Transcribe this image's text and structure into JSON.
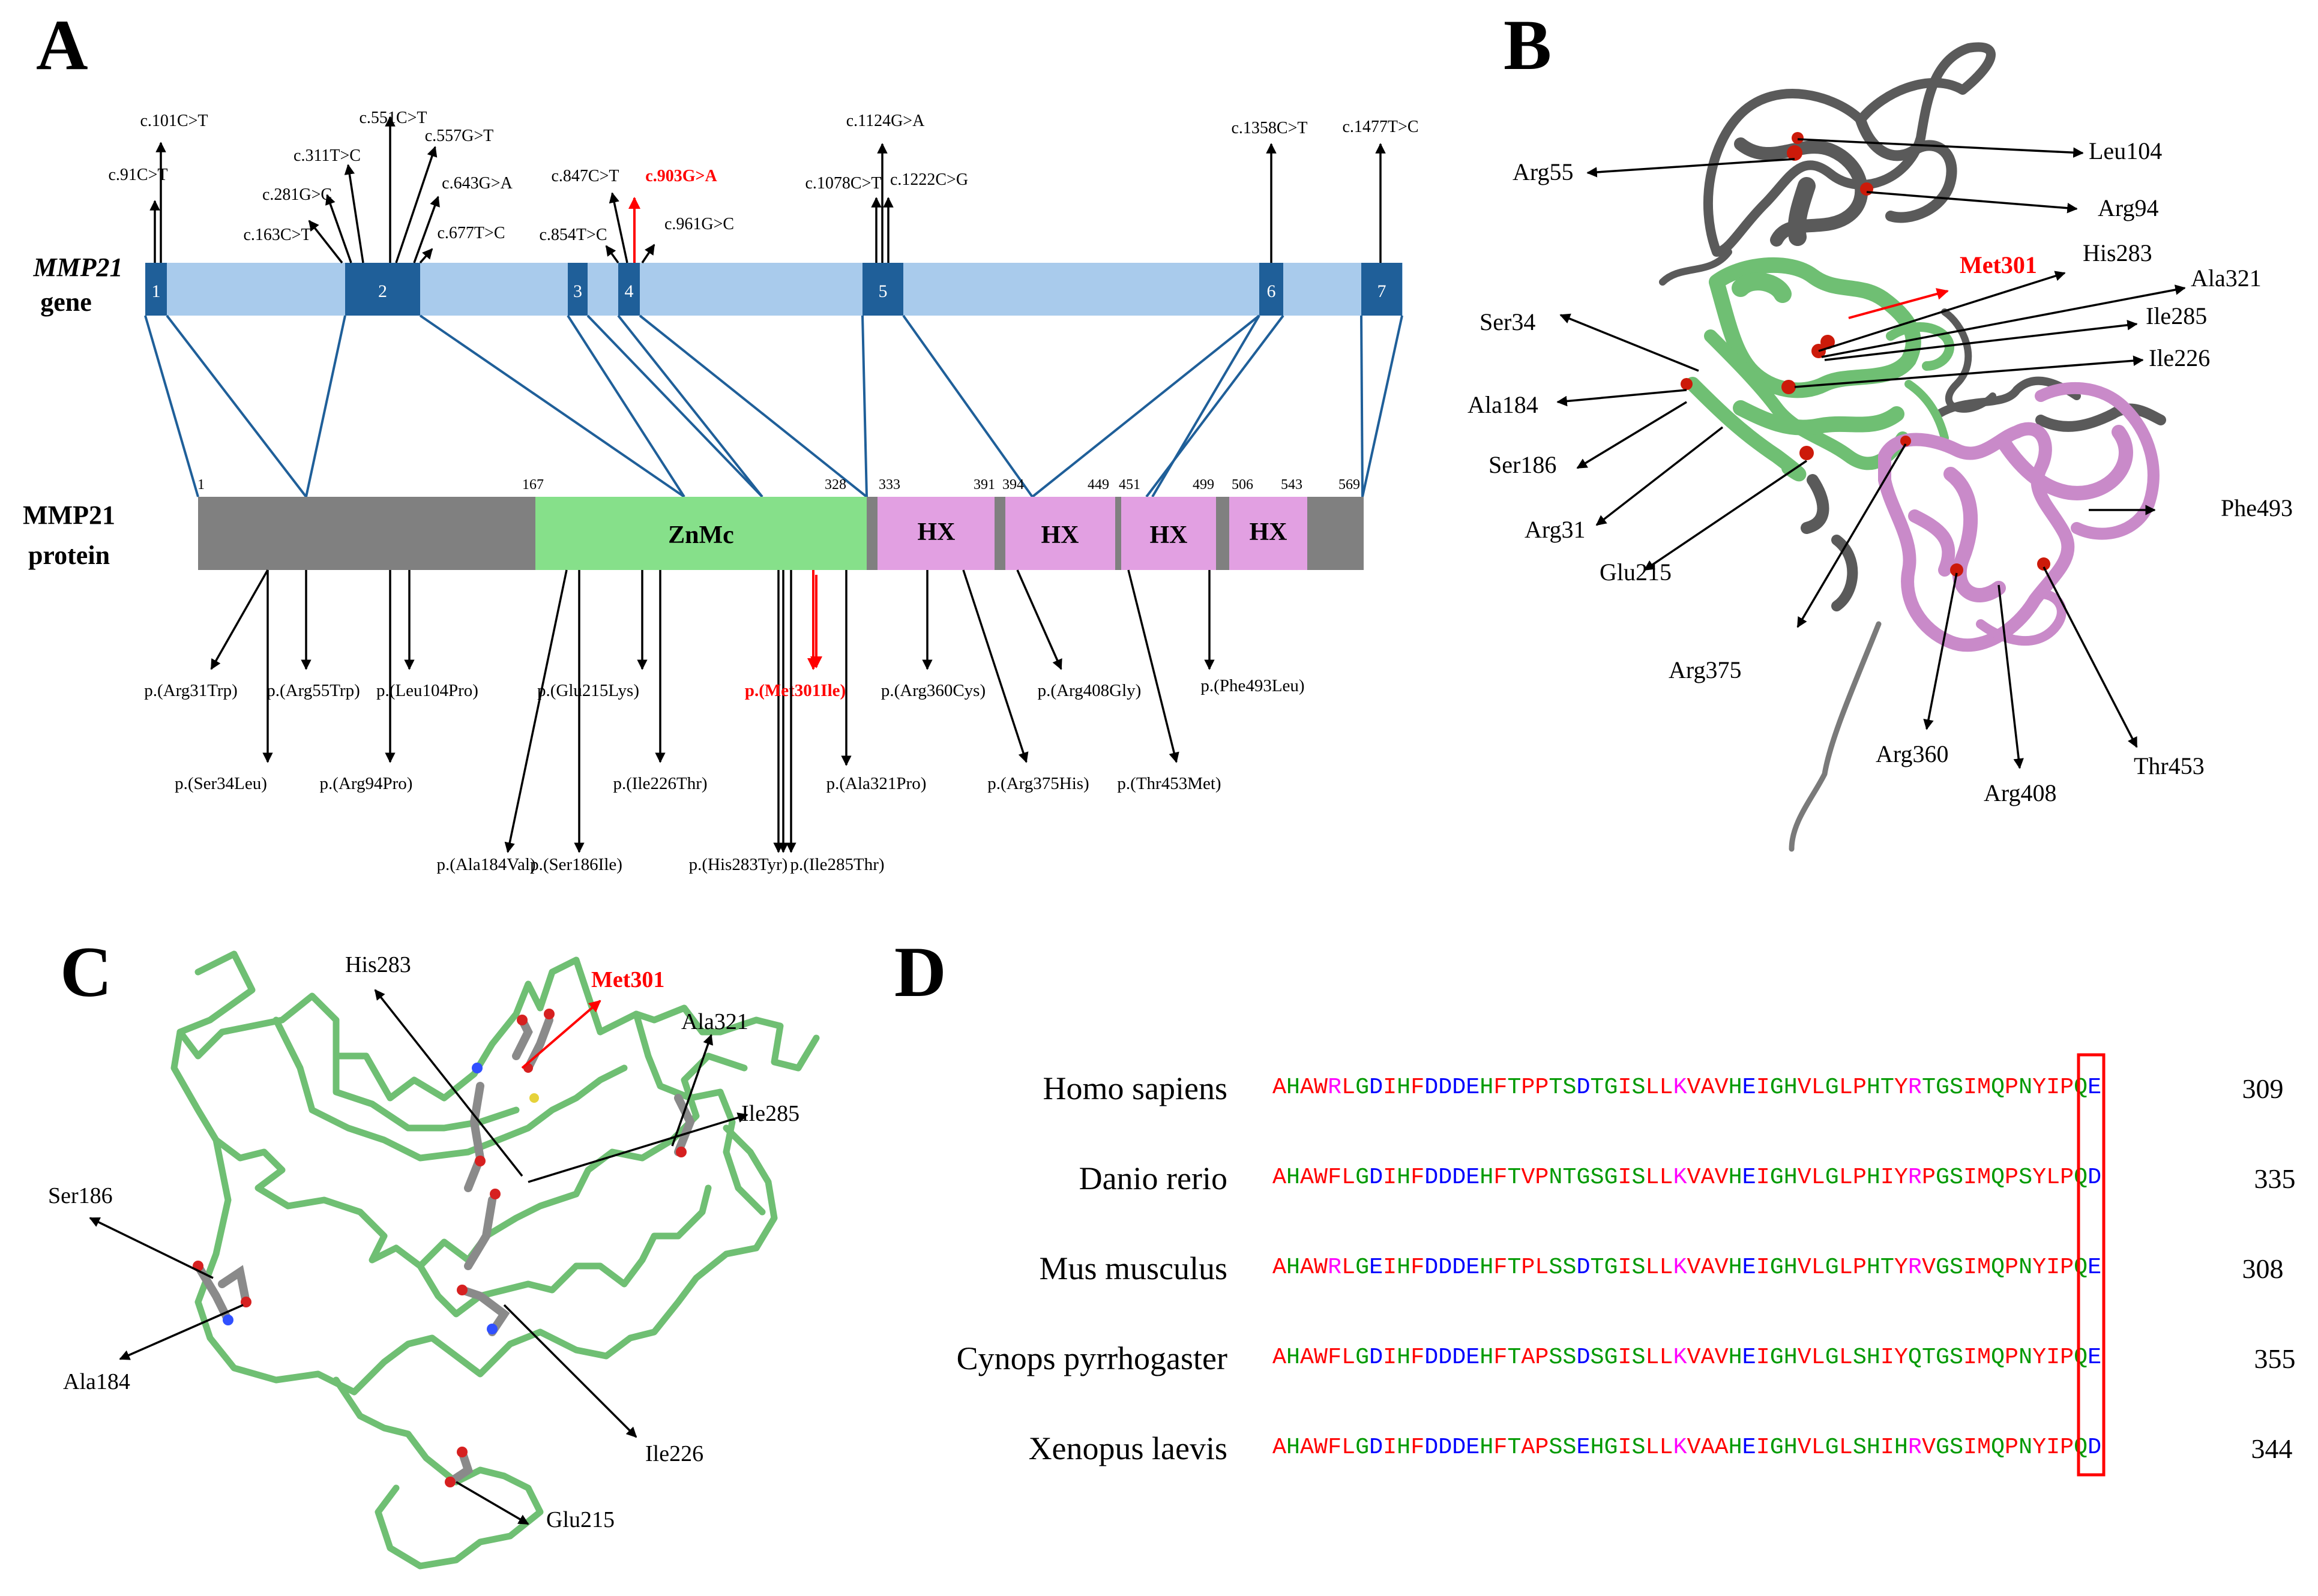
{
  "panels": {
    "a": {
      "letter": "A",
      "gene_title_1": "MMP21",
      "gene_title_2": "gene",
      "protein_title_1": "MMP21",
      "protein_title_2": "protein",
      "exons": [
        "1",
        "2",
        "3",
        "4",
        "5",
        "6",
        "7"
      ],
      "protein_positions": [
        "1",
        "167",
        "328",
        "333",
        "391",
        "394",
        "449",
        "451",
        "499",
        "506",
        "543",
        "569"
      ],
      "domains": {
        "znmc": "ZnMc",
        "hx1": "HX",
        "hx2": "HX",
        "hx3": "HX",
        "hx4": "HX"
      },
      "cdna_variants": [
        "c.91C>T",
        "c.101C>T",
        "c.163C>T",
        "c.281G>C",
        "c.311T>C",
        "c.551C>T",
        "c.557G>T",
        "c.643G>A",
        "c.677T>C",
        "c.847C>T",
        "c.854T>C",
        "c.903G>A",
        "c.961G>C",
        "c.1078C>T",
        "c.1124G>A",
        "c.1222C>G",
        "c.1358C>T",
        "c.1477T>C"
      ],
      "protein_variants": [
        "p.(Arg31Trp)",
        "p.(Ser34Leu)",
        "p.(Arg55Trp)",
        "p.(Arg94Pro)",
        "p.(Leu104Pro)",
        "p.(Ala184Val)",
        "p.(Glu215Lys)",
        "p.(Ser186Ile)",
        "p.(Ile226Thr)",
        "p.(His283Tyr)",
        "p.(Met301Ile)",
        "p.(Ile285Thr)",
        "p.(Ala321Pro)",
        "p.(Arg360Cys)",
        "p.(Arg375His)",
        "p.(Arg408Gly)",
        "p.(Thr453Met)",
        "p.(Phe493Leu)"
      ]
    },
    "b": {
      "letter": "B",
      "labels": [
        "Arg55",
        "Leu104",
        "Arg94",
        "Met301",
        "His283",
        "Ala321",
        "Ile285",
        "Ile226",
        "Ser34",
        "Ala184",
        "Ser186",
        "Arg31",
        "Glu215",
        "Phe493",
        "Arg375",
        "Arg360",
        "Arg408",
        "Thr453"
      ]
    },
    "c": {
      "letter": "C",
      "labels": [
        "His283",
        "Met301",
        "Ala321",
        "Ile285",
        "Ser186",
        "Ala184",
        "Ile226",
        "Glu215"
      ]
    },
    "d": {
      "letter": "D",
      "rows": [
        {
          "species": "Homo sapiens",
          "seq": "AHAWRLGDIHFDDDEHFTPPTSDTGISLLKVAVHEIGHVLGLPHTYRTGSIMQPNYIPQE",
          "num": "309"
        },
        {
          "species": "Danio rerio",
          "seq": "AHAWFLGDIHFDDDEHFTVPNTGSGISLLKVAVHEIGHVLGLPHIYRPGSIMQPSYLPQD",
          "num": "335"
        },
        {
          "species": "Mus musculus",
          "seq": "AHAWRLGEIHFDDDEHFTPLSSDTGISLLKVAVHEIGHVLGLPHTYRVGSIMQPNYIPQE",
          "num": "308"
        },
        {
          "species": "Cynops pyrrhogaster",
          "seq": "AHAWFLGDIHFDDDEHFTAPSSDSGISLLKVAVHEIGHVLGLSHIYQTGSIMQPNYIPQE",
          "num": "355"
        },
        {
          "species": "Xenopus laevis",
          "seq": "AHAWFLGDIHFDDDEHFTAPSSEHGISLLKVAAHEIGHVLGLSHIHRVGSIMQPNYIPQD",
          "num": "344"
        }
      ]
    }
  },
  "colors": {
    "highlight": "#ff0000",
    "exon_dark": "#1f5f99",
    "gene_bar": "#a9cbec",
    "linker_gray": "#808080",
    "znmc_green": "#86e08a",
    "hx_pink": "#e2a0e2",
    "helix_green": "#6fbf73",
    "hx_struct_pink": "#c98ac9",
    "struct_gray": "#5a5a5a"
  },
  "residue_colors": {
    "acidic": "#0000ff",
    "polar": "#009900",
    "hydrophobic": "#ff0000",
    "basic": "#ff00ff"
  }
}
